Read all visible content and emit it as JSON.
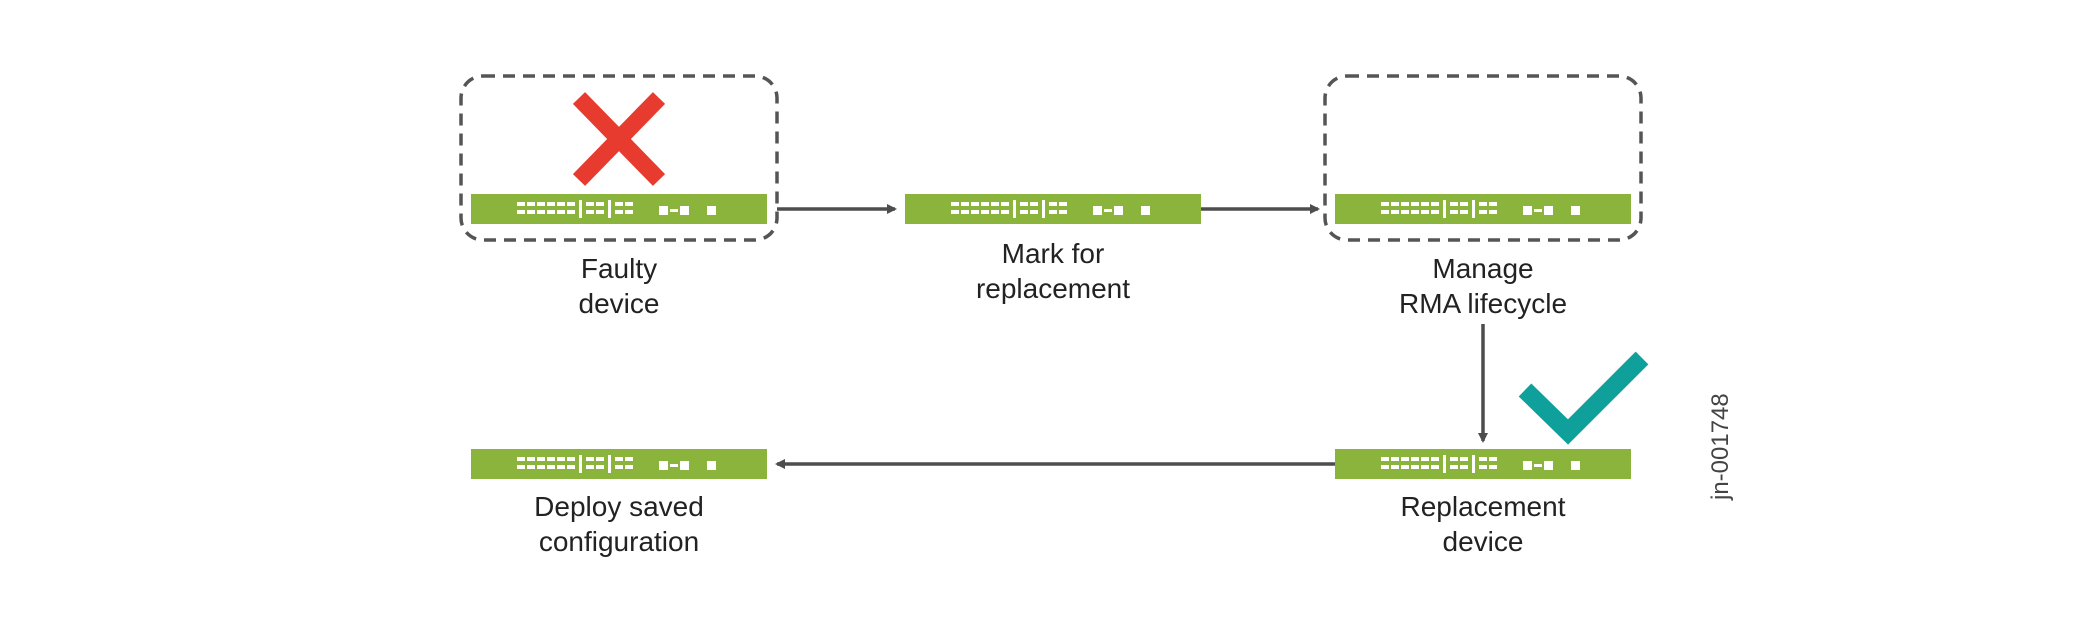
{
  "colors": {
    "device": "#8ab43c",
    "device_detail": "#ffffff",
    "faulty_mark": "#e63b2e",
    "ok_mark": "#10a09c",
    "arrow": "#4d4d4d",
    "dashed_box": "#555555",
    "text": "#222222"
  },
  "icons": [
    "x-icon",
    "checkmark-icon",
    "network-switch-icon",
    "arrow-icon"
  ],
  "steps": {
    "faulty": {
      "line1": "Faulty",
      "line2": "device"
    },
    "mark": {
      "line1": "Mark for",
      "line2": "replacement"
    },
    "manage": {
      "line1": "Manage",
      "line2": "RMA lifecycle"
    },
    "replacement": {
      "line1": "Replacement",
      "line2": "device"
    },
    "deploy": {
      "line1": "Deploy saved",
      "line2": "configuration"
    }
  },
  "figure_id": "jn-001748"
}
